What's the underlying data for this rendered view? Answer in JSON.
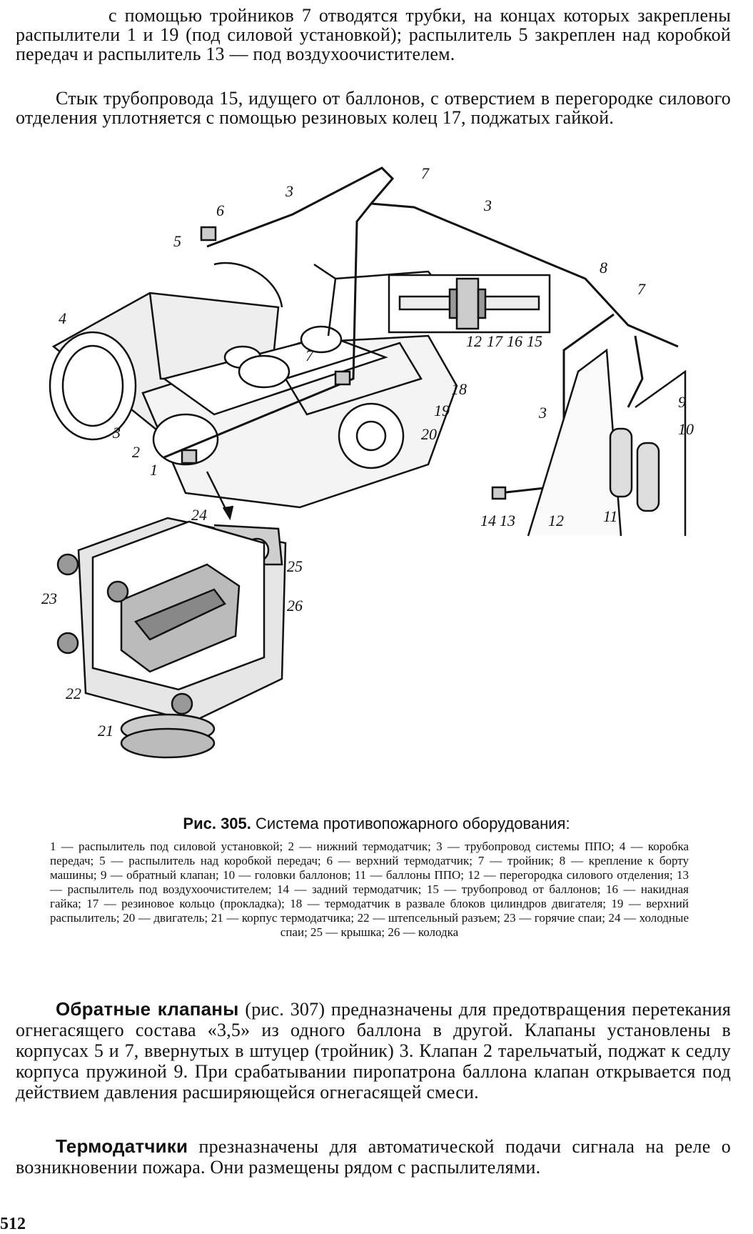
{
  "paragraph1": "с помощью тройников 7 отводятся трубки, на концах которых закреплены распылители 1 и 19 (под силовой установкой); распылитель 5 закреплен над коробкой передач и распылитель 13 — под воздухоочистителем.",
  "paragraph2": "Стык трубопровода 15, идущего от баллонов, с отверстием в перегородке силового отделения уплотняется с помощью резиновых колец 17, поджатых гайкой.",
  "figure": {
    "caption_label": "Рис. 305.",
    "caption_title": "Система противопожарного оборудования:",
    "legend": "1 — распылитель под силовой установкой; 2 — нижний термодатчик; 3 — трубопровод системы ППО; 4 — коробка передач; 5 — распылитель над коробкой передач; 6 — верхний термодатчик; 7 — тройник; 8 — крепление к борту машины; 9 — обратный клапан; 10 — головки баллонов; 11 — баллоны ППО; 12 — перегородка силового отделения; 13 — распылитель под воздухоочистителем; 14 — задний термодатчик; 15 — трубопровод от баллонов; 16 — накидная гайка; 17 — резиновое кольцо (прокладка); 18 — термодатчик в развале блоков цилиндров двигателя; 19 — верхний распылитель; 20 — двигатель; 21 — корпус термодатчика; 22 — штепсельный разъем; 23 — горячие спаи; 24 — холодные спаи; 25 — крышка; 26 — колодка",
    "labels": {
      "l1": "1",
      "l2": "2",
      "l3a": "3",
      "l3b": "3",
      "l3c": "3",
      "l3d": "3",
      "l4": "4",
      "l5": "5",
      "l6": "6",
      "l7a": "7",
      "l7b": "7",
      "l7c": "7",
      "l8": "8",
      "l9": "9",
      "l10": "10",
      "l11": "11",
      "l12a": "12",
      "l12b": "12",
      "l13": "13",
      "l14": "14",
      "l15": "15",
      "l16": "16",
      "l17": "17",
      "l18": "18",
      "l19": "19",
      "l20": "20",
      "l21": "21",
      "l22": "22",
      "l23": "23",
      "l24": "24",
      "l25": "25",
      "l26": "26"
    }
  },
  "paragraph3_bold": "Обратные клапаны",
  "paragraph3": "(рис. 307) предназначены для предотвращения перетекания огнегасящего состава «3,5» из одного баллона в другой. Клапаны установлены в корпусах 5 и 7, ввернутых в штуцер (тройник) 3. Клапан 2 тарельчатый, поджат к седлу корпуса пружиной 9. При срабатывании пиропатрона баллона клапан открывается под действием давления расширяющейся огнегасящей смеси.",
  "paragraph4_bold": "Термодатчики",
  "paragraph4": "презназначены для автоматической подачи сигнала на реле о возникновении пожара. Они размещены рядом с распылителями.",
  "page_number": "512"
}
